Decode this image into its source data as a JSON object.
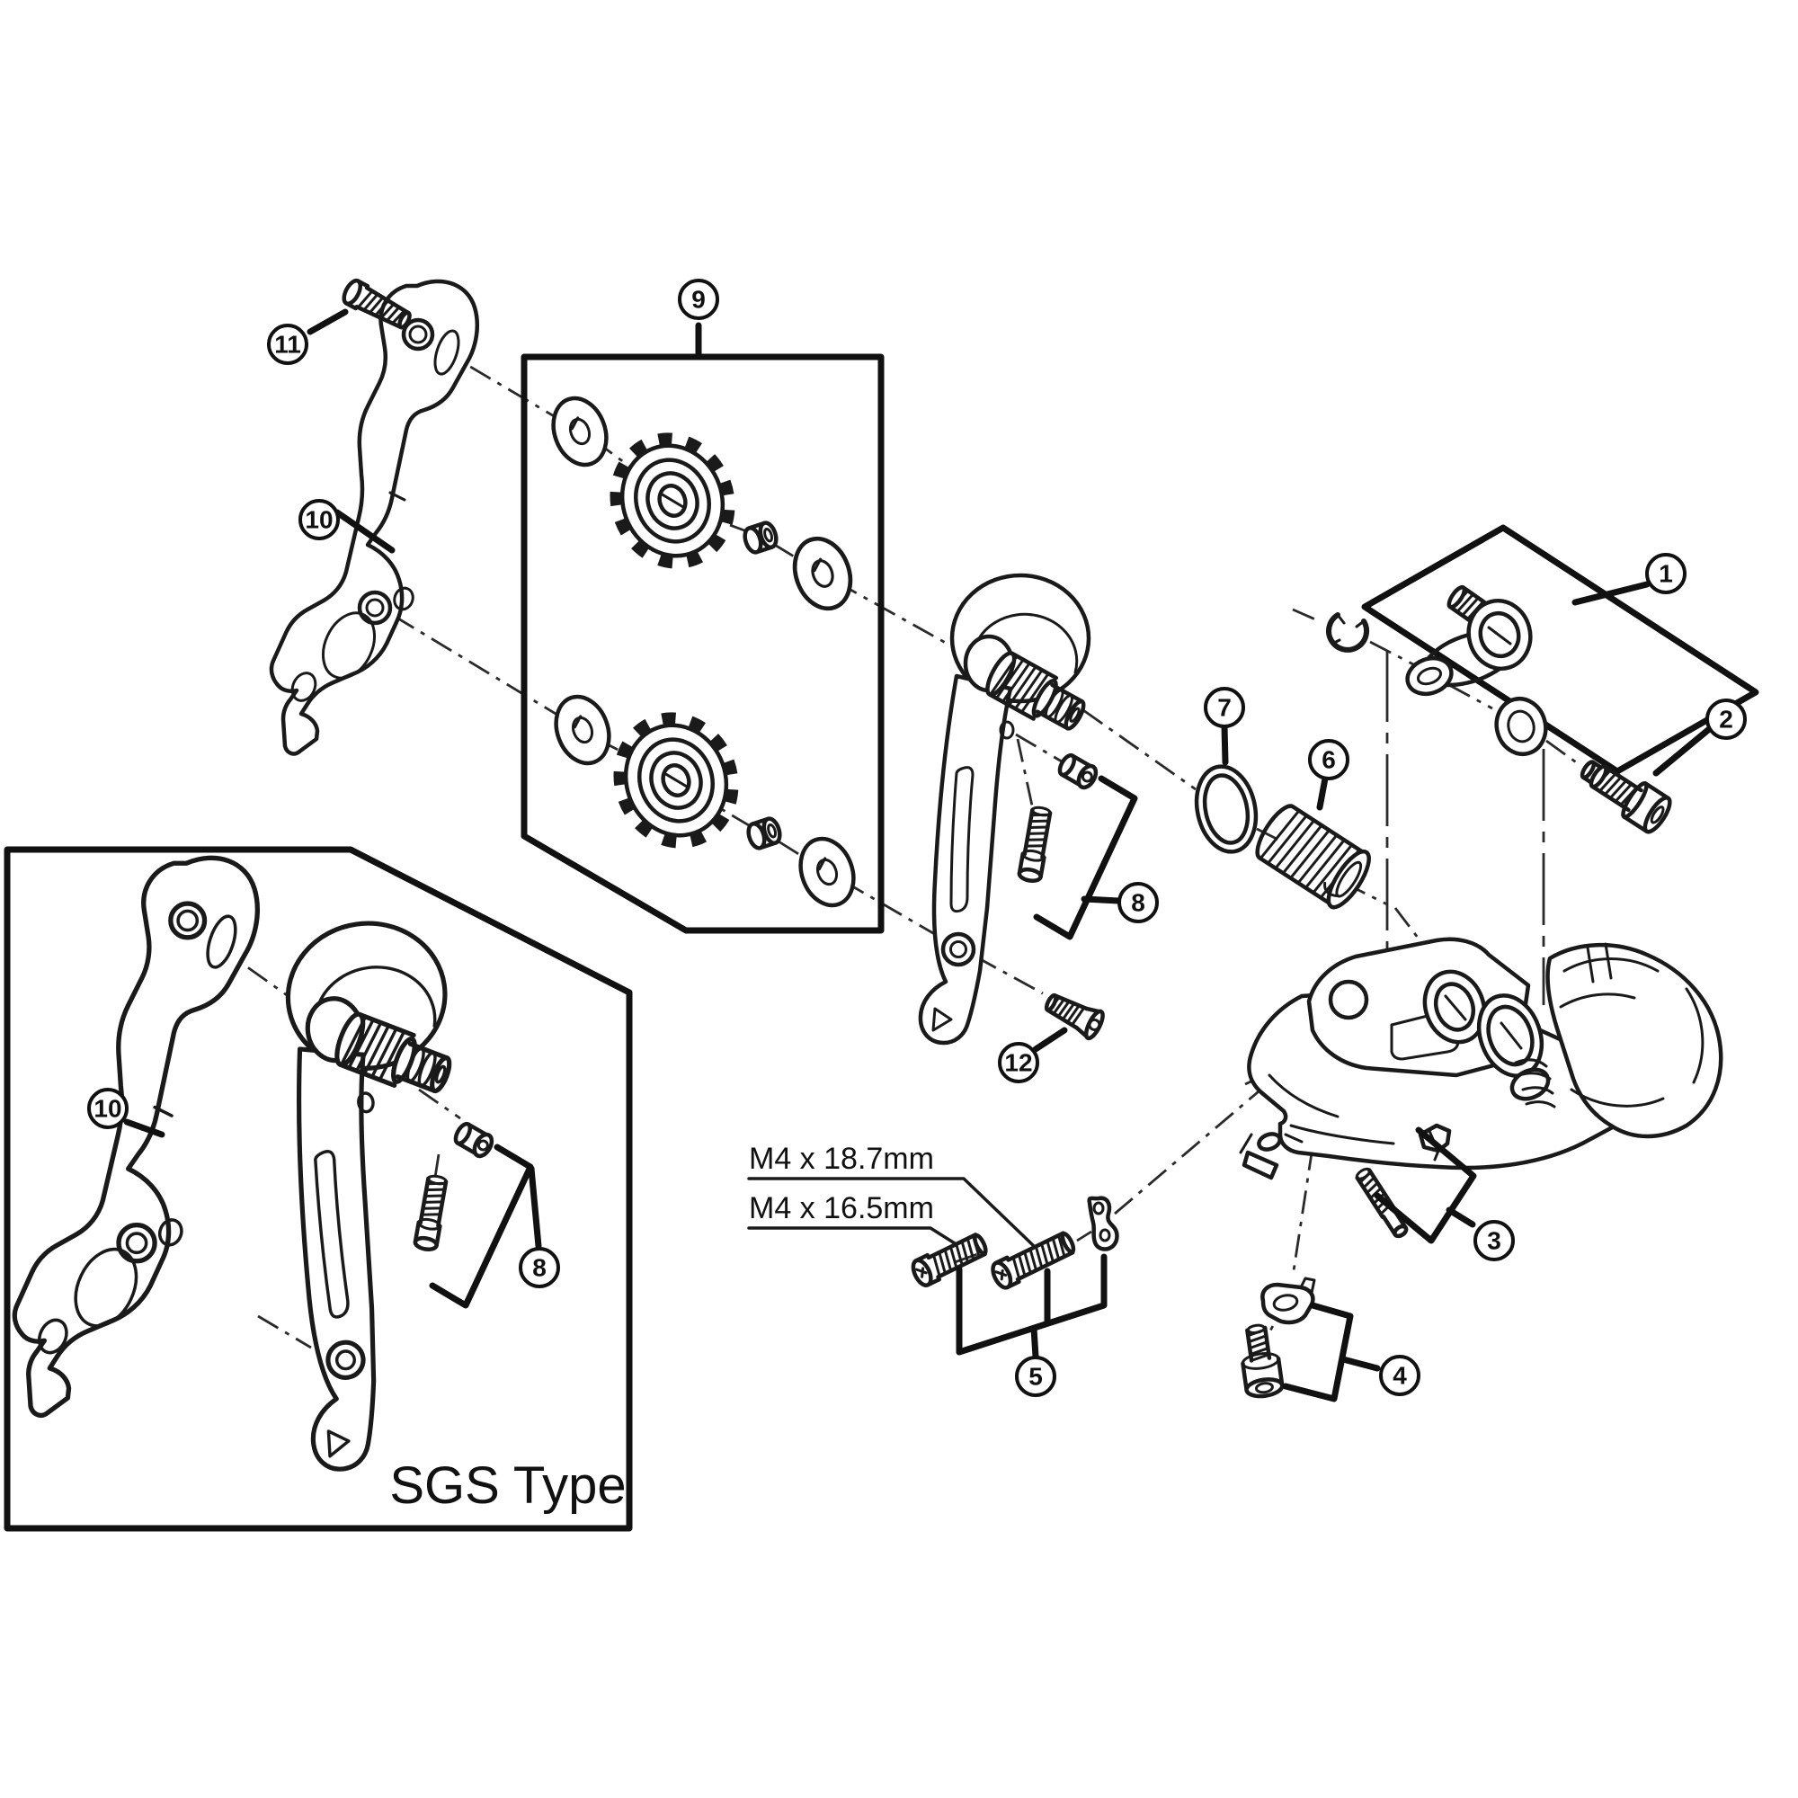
{
  "diagram": {
    "kind": "exploded-parts-diagram",
    "subject": "bicycle rear derailleur",
    "type_label": "SGS Type",
    "dim_label_long": "M4 x 18.7mm",
    "dim_label_short": "M4 x 16.5mm"
  },
  "callouts": {
    "1": "1",
    "2": "2",
    "3": "3",
    "4": "4",
    "5": "5",
    "6": "6",
    "7": "7",
    "8": "8",
    "9": "9",
    "10": "10",
    "11": "11",
    "12": "12"
  },
  "colors": {
    "line_color": "#1a1a1a",
    "background": "#ffffff"
  }
}
